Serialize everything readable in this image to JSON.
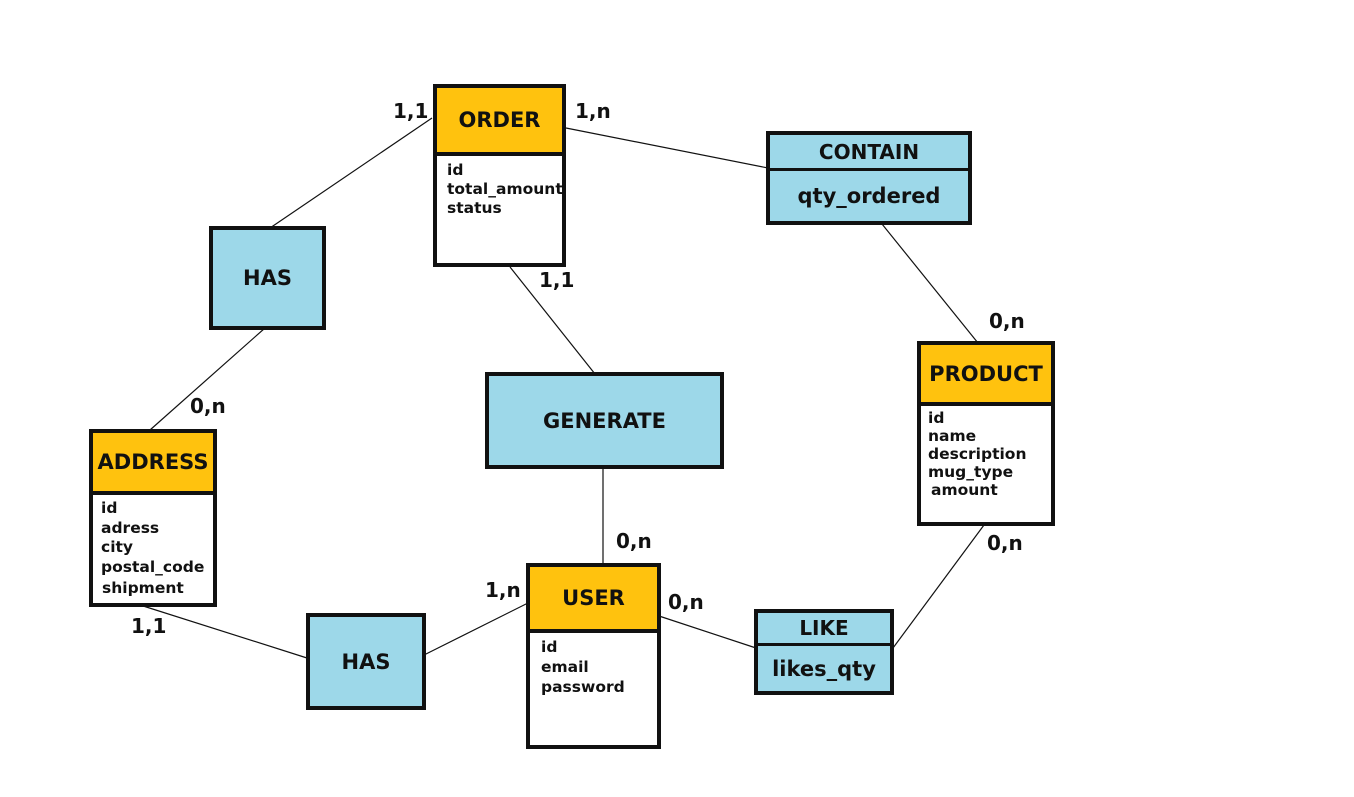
{
  "colors": {
    "entity_header": "#ffc20e",
    "relationship_fill": "#9dd8e9",
    "line": "#111111"
  },
  "entities": {
    "order": {
      "name": "ORDER",
      "attributes": [
        "id",
        "total_amount",
        "status"
      ]
    },
    "product": {
      "name": "PRODUCT",
      "attributes": [
        "id",
        "name",
        "description",
        "mug_type",
        "amount"
      ]
    },
    "address": {
      "name": "ADDRESS",
      "attributes": [
        "id",
        "adress",
        "city",
        "postal_code",
        "shipment"
      ]
    },
    "user": {
      "name": "USER",
      "attributes": [
        "id",
        "email",
        "password"
      ]
    }
  },
  "relationships": {
    "has_order_address": {
      "name": "HAS"
    },
    "generate": {
      "name": "GENERATE"
    },
    "has_address_user": {
      "name": "HAS"
    },
    "contain": {
      "name": "CONTAIN",
      "attribute": "qty_ordered"
    },
    "like": {
      "name": "LIKE",
      "attribute": "likes_qty"
    }
  },
  "cardinalities": {
    "order_has": "1,1",
    "order_contain": "1,n",
    "order_generate": "1,1",
    "product_contain": "0,n",
    "product_like": "0,n",
    "address_has_order": "0,n",
    "address_has_user": "1,1",
    "user_generate": "0,n",
    "user_has": "1,n",
    "user_like": "0,n"
  }
}
